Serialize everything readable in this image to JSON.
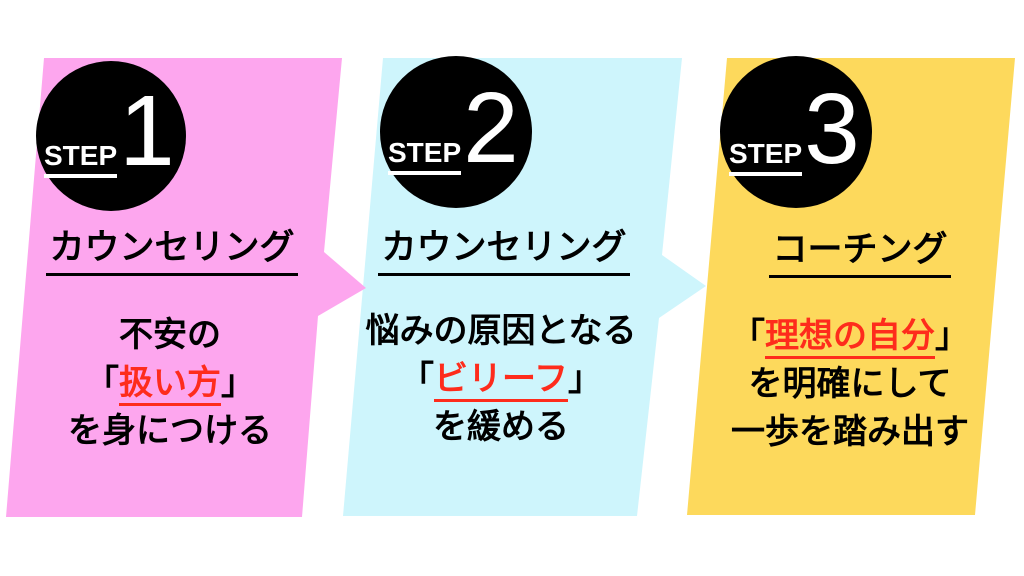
{
  "colors": {
    "pink": "#fda6ee",
    "blue": "#cef5fc",
    "yellow": "#fdd95c",
    "red": "#fe2c1c",
    "circle": "#000000",
    "text": "#000000",
    "step_text": "#ffffff"
  },
  "steps": [
    {
      "badge": {
        "label": "STEP",
        "number": "1"
      },
      "title": "カウンセリング",
      "lines": [
        {
          "segments": [
            {
              "text": "不安の",
              "emphasis": false
            }
          ]
        },
        {
          "segments": [
            {
              "text": "「",
              "emphasis": false
            },
            {
              "text": "扱い方",
              "emphasis": true
            },
            {
              "text": "」",
              "emphasis": false
            }
          ]
        },
        {
          "segments": [
            {
              "text": "を身につける",
              "emphasis": false
            }
          ]
        }
      ]
    },
    {
      "badge": {
        "label": "STEP",
        "number": "2"
      },
      "title": "カウンセリング",
      "lines": [
        {
          "segments": [
            {
              "text": "悩みの原因となる",
              "emphasis": false
            }
          ]
        },
        {
          "segments": [
            {
              "text": "「",
              "emphasis": false
            },
            {
              "text": "ビリーフ",
              "emphasis": true
            },
            {
              "text": "」",
              "emphasis": false
            }
          ]
        },
        {
          "segments": [
            {
              "text": "を緩める",
              "emphasis": false
            }
          ]
        }
      ]
    },
    {
      "badge": {
        "label": "STEP",
        "number": "3"
      },
      "title": "コーチング",
      "lines": [
        {
          "segments": [
            {
              "text": "「",
              "emphasis": false
            },
            {
              "text": "理想の自分",
              "emphasis": true
            },
            {
              "text": "」",
              "emphasis": false
            }
          ]
        },
        {
          "segments": [
            {
              "text": "を明確にして",
              "emphasis": false
            }
          ]
        },
        {
          "segments": [
            {
              "text": "一歩を踏み出す",
              "emphasis": false
            }
          ]
        }
      ]
    }
  ]
}
